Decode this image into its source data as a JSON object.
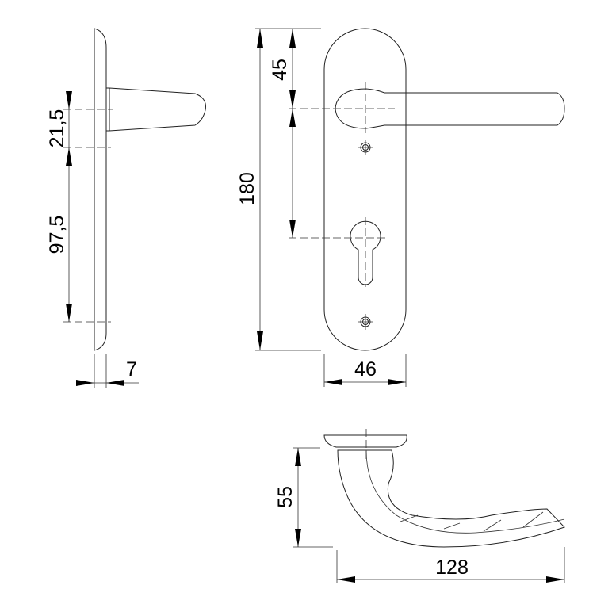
{
  "drawing": {
    "line_color": "#222222",
    "dimensions": {
      "lever_height": "21,5",
      "center_distance": "97,5",
      "plate_thickness": "7",
      "plate_height": "180",
      "top_to_lever": "45",
      "plate_width": "46",
      "projection": "55",
      "lever_length": "128"
    }
  }
}
